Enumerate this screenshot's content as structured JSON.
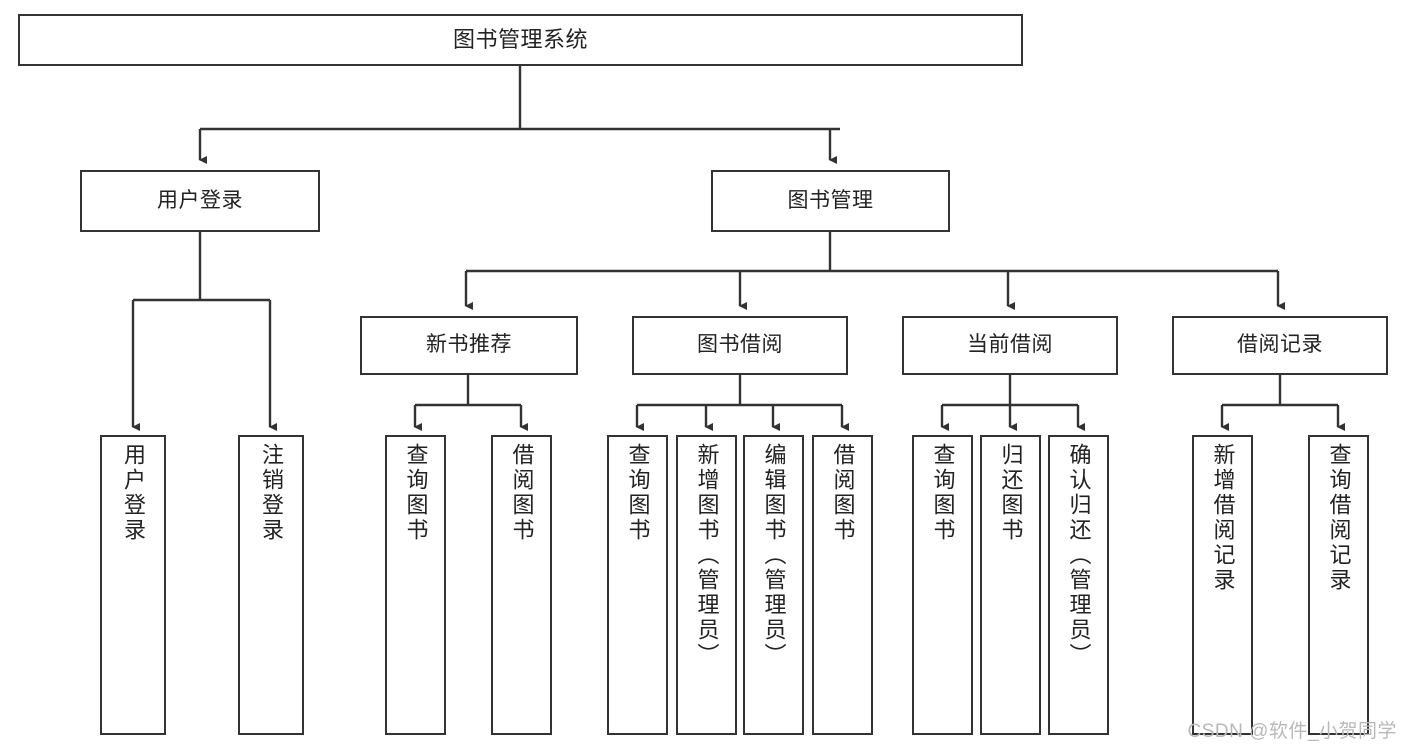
{
  "diagram": {
    "title": "图书管理系统",
    "type": "hierarchy-tree",
    "watermark": "CSDN @软件_小贺同学",
    "colors": {
      "box_border": "#333333",
      "box_fill": "#ffffff",
      "connector": "#333333",
      "text": "#222222",
      "watermark": "#b9b9b9"
    },
    "nodes": {
      "root": {
        "label": "图书管理系统"
      },
      "level2": [
        {
          "label": "用户登录"
        },
        {
          "label": "图书管理"
        }
      ],
      "level3": [
        {
          "label": "新书推荐"
        },
        {
          "label": "图书借阅"
        },
        {
          "label": "当前借阅"
        },
        {
          "label": "借阅记录"
        }
      ],
      "leaves": {
        "user_login": [
          {
            "label": "用户登录"
          },
          {
            "label": "注销登录"
          }
        ],
        "new_book": [
          {
            "label": "查询图书"
          },
          {
            "label": "借阅图书"
          }
        ],
        "book_borrow": [
          {
            "label": "查询图书"
          },
          {
            "label": "新增图书（管理员）"
          },
          {
            "label": "编辑图书（管理员）"
          },
          {
            "label": "借阅图书"
          }
        ],
        "current_borrow": [
          {
            "label": "查询图书"
          },
          {
            "label": "归还图书"
          },
          {
            "label": "确认归还（管理员）"
          }
        ],
        "borrow_record": [
          {
            "label": "新增借阅记录"
          },
          {
            "label": "查询借阅记录"
          }
        ]
      }
    }
  }
}
